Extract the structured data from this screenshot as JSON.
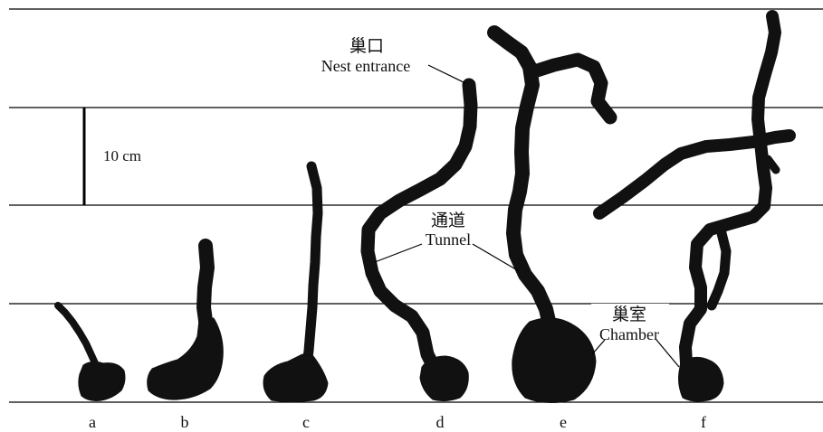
{
  "figure": {
    "scale_label": "10 cm",
    "labels": {
      "nest_entrance_zh": "巢口",
      "nest_entrance_en": "Nest entrance",
      "tunnel_zh": "通道",
      "tunnel_en": "Tunnel",
      "chamber_zh": "巢室",
      "chamber_en": "Chamber"
    },
    "nests": [
      "a",
      "b",
      "c",
      "d",
      "e",
      "f"
    ]
  },
  "colors": {
    "ink": "#111111",
    "line": "#000000",
    "background": "#ffffff"
  }
}
